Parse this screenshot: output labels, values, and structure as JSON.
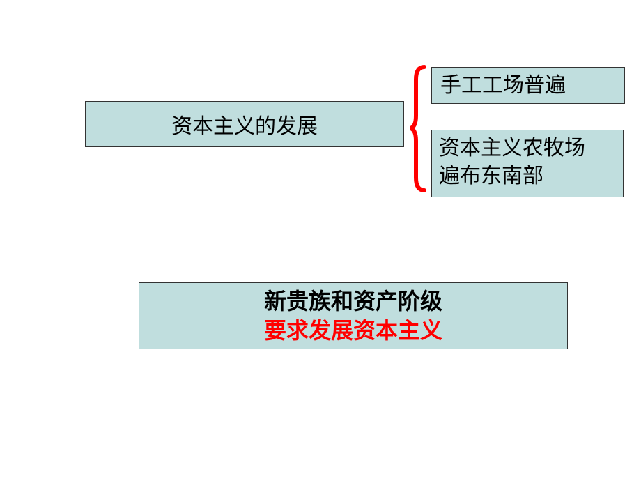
{
  "left_box": {
    "label": "资本主义的发展"
  },
  "right_boxes": [
    {
      "lines": [
        "手工工场普遍"
      ]
    },
    {
      "lines": [
        "资本主义农牧场",
        "遍布东南部"
      ]
    }
  ],
  "bottom_box": {
    "line1": "新贵族和资产阶级",
    "line2": "要求发展资本主义"
  },
  "colors": {
    "box_fill": "#c0dede",
    "brace": "#ff0000",
    "highlight_text": "#ff0000",
    "text": "#000000"
  }
}
